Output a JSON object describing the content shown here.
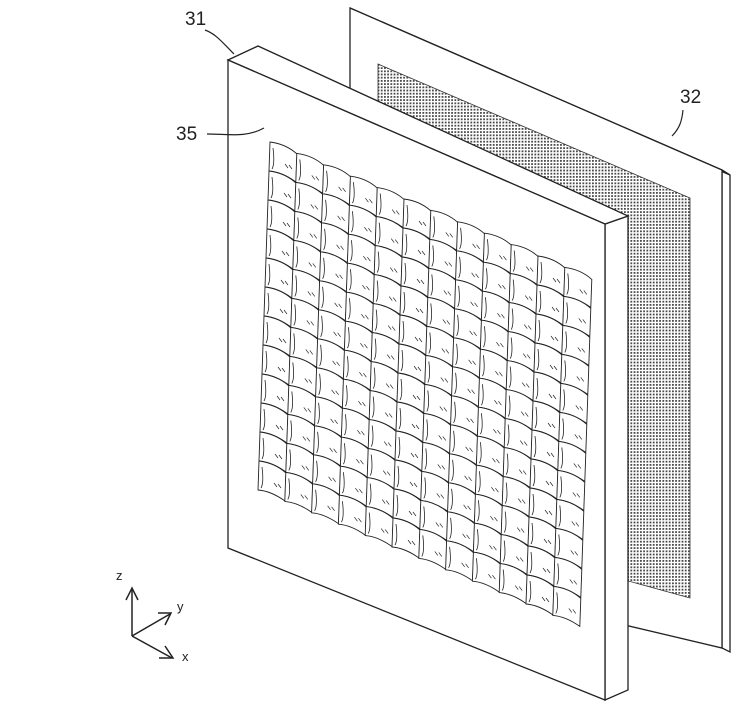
{
  "labels": {
    "panel_front": "31",
    "panel_back": "32",
    "element": "35"
  },
  "axes": {
    "z": "z",
    "y": "y",
    "x": "x"
  },
  "array": {
    "rows": 12,
    "cols": 12
  },
  "colors": {
    "line": "#222222",
    "mesh": "#555555",
    "paper": "#ffffff"
  }
}
